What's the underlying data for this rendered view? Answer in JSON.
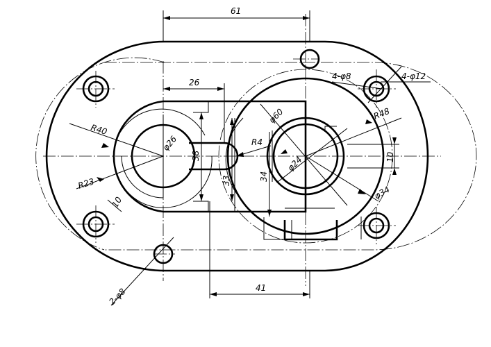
{
  "dimensions": {
    "d61": "61",
    "d26": "26",
    "d41": "41",
    "d38": "38",
    "d33": "33",
    "d34": "34",
    "d10_right": "10",
    "d10_left": "10",
    "r40": "R40",
    "r23": "R23",
    "r4": "R4",
    "r48": "R48",
    "phi26": "φ26",
    "phi60": "φ60",
    "phi24": "φ24",
    "phi34": "φ34",
    "holes_4_phi8": "4-φ8",
    "holes_4_phi12": "4-φ12",
    "holes_2_phi8": "2-φ8"
  },
  "colors": {
    "line": "#000000",
    "background": "#ffffff"
  }
}
